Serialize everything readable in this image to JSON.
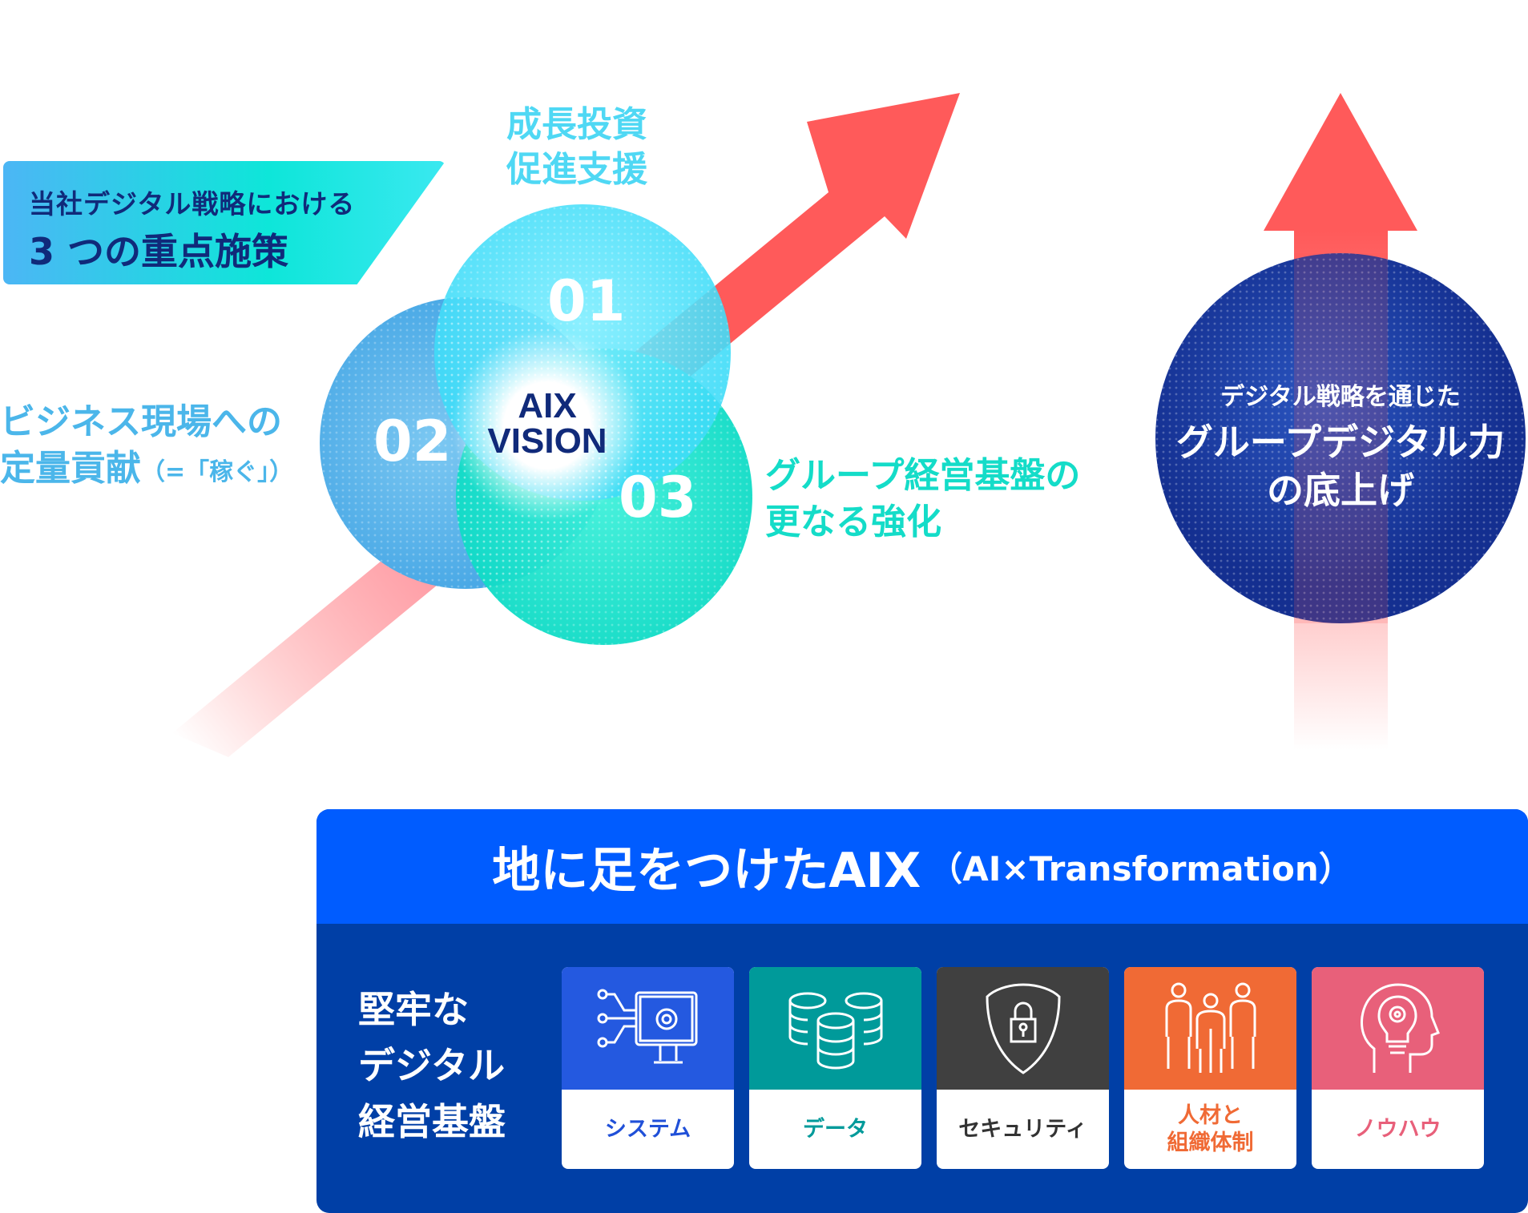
{
  "tag": {
    "line1": "当社デジタル戦略における",
    "line2": "3 つの重点施策"
  },
  "pillars": [
    {
      "num": "01",
      "lines": [
        "成長投資",
        "促進支援"
      ],
      "color": "#4fd8f4"
    },
    {
      "num": "02",
      "lines": [
        "ビジネス現場への",
        "定量貢献"
      ],
      "note": "（=「稼ぐ」）",
      "color": "#4bb6ea"
    },
    {
      "num": "03",
      "lines": [
        "グループ経営基盤の",
        "更なる強化"
      ],
      "color": "#14dcc8"
    }
  ],
  "center": {
    "line1": "AIX",
    "line2": "VISION"
  },
  "sphere": {
    "sub": "デジタル戦略を通じた",
    "line1": "グループデジタル力",
    "line2": "の底上げ"
  },
  "panel": {
    "title": "地に足をつけたAIX",
    "title_note": "（AI×Transformation）",
    "side": [
      "堅牢な",
      "デジタル",
      "経営基盤"
    ],
    "cards": [
      {
        "label": "システム",
        "icon": "monitor-gear-icon",
        "color": "#2459e0"
      },
      {
        "label": "データ",
        "icon": "database-icon",
        "color": "#009a9a"
      },
      {
        "label": "セキュリティ",
        "icon": "shield-lock-icon",
        "color": "#404040"
      },
      {
        "label": "人材と\n組織体制",
        "line1": "人材と",
        "line2": "組織体制",
        "icon": "people-icon",
        "color": "#f06a35"
      },
      {
        "label": "ノウハウ",
        "icon": "head-lightbulb-icon",
        "color": "#e8607a"
      }
    ]
  },
  "colors": {
    "arrow": "#ff5a5a",
    "sphere": "#1a3fa0"
  }
}
